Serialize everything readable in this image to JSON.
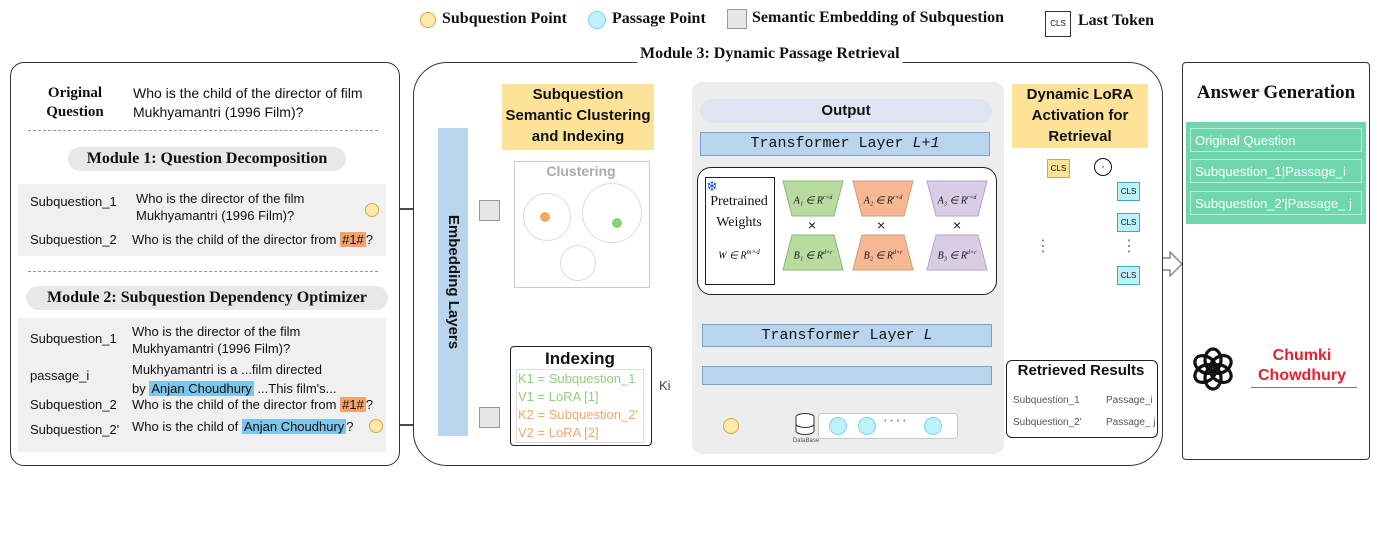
{
  "legend": {
    "subquestion_point": "Subquestion Point",
    "passage_point": "Passage Point",
    "semantic_embedding": "Semantic Embedding of Subquestion",
    "cls_glyph": "CLS",
    "last_token": "Last Token"
  },
  "left": {
    "original_label": "Original\nQuestion",
    "original_text": "Who is the child of the director of film Mukhyamantri (1996 Film)?",
    "module1_title": "Module 1: Question Decomposition",
    "m1": {
      "sq1_label": "Subquestion_1",
      "sq1_text": "Who is the director of the film Mukhyamantri (1996 Film)?",
      "sq2_label": "Subquestion_2",
      "sq2_text": "Who is the child of the director from ",
      "sq2_tag": "#1#",
      "sq2_end": "?"
    },
    "module2_title": "Module 2: Subquestion Dependency Optimizer",
    "m2": {
      "sq1_label": "Subquestion_1",
      "sq1_text": "Who is the director of the film Mukhyamantri (1996 Film)?",
      "passage_label": "passage_i",
      "passage_text_a": "Mukhyamantri is a ...film directed",
      "passage_by": "by ",
      "passage_name": "Anjan Choudhury",
      "passage_text_b": " ...This film's...",
      "sq2_label": "Subquestion_2",
      "sq2_text": "Who is the child of the director from ",
      "sq2_tag": "#1#",
      "sq2_end": "?",
      "sq2p_label": "Subquestion_2'",
      "sq2p_text": "Who is the child of ",
      "sq2p_name": "Anjan Choudhury",
      "sq2p_end": "?"
    }
  },
  "module3": {
    "title": "Module 3: Dynamic Passage Retrieval",
    "embedding_layers": "Embedding Layers",
    "clustering_header": "Subquestion\nSemantic Clustering\nand Indexing",
    "clustering_label": "Clustering",
    "indexing_title": "Indexing",
    "indexing_items": [
      {
        "text": "K1 = Subquestion_1",
        "color": "#8dcf7a"
      },
      {
        "text": "V1 = LoRA [1]",
        "color": "#8dcf7a"
      },
      {
        "text": "K2 = Subquestion_2'",
        "color": "#f0a868"
      },
      {
        "text": "V2 = LoRA [2]",
        "color": "#f0a868"
      }
    ],
    "ki_label": "Ki",
    "output_label": "Output",
    "transformer_top": "Transformer Layer ",
    "transformer_top_sym": "L+1",
    "transformer_bottom": "Transformer Layer ",
    "transformer_bottom_sym": "L",
    "pretrained": "Pretrained\nWeights",
    "w_formula": "W ∈ R",
    "w_sup": "m×d",
    "a_labels": [
      "A₁ ∈ R",
      "A₂ ∈ R",
      "A₃ ∈ R"
    ],
    "a_sup": "r×d",
    "b_labels": [
      "B₁ ∈ R",
      "B₂ ∈ R",
      "B₃ ∈ R"
    ],
    "b_sup": "d×r",
    "times": "×",
    "database_label": "DataBase",
    "lora_header": "Dynamic LoRA\nActivation for\nRetrieval",
    "retrieved_title": "Retrieved Results",
    "retrieved_rows": [
      {
        "q": "Subquestion_1",
        "p": "Passage_i"
      },
      {
        "q": "Subquestion_2'",
        "p": "Passage_ j"
      }
    ],
    "cls": "CLS",
    "odot": "⊙",
    "dots": "⋮",
    "hdots": "• • • •"
  },
  "answer": {
    "title": "Answer Generation",
    "rows": [
      "Original Question",
      "Subquestion_1|Passage_i",
      "Subquestion_2'|Passage_ j"
    ],
    "result": "Chumki\nChowdhury",
    "logo": "openai-logo-icon"
  },
  "colors": {
    "subquestion_point": "#fde9a9",
    "passage_point": "#bdf2fb",
    "highlight_orange": "#f4a46a",
    "highlight_blue": "#7cc6ec",
    "yellow_header": "#fde397",
    "transformer": "#b9d5ed",
    "lora_green": "#b8dca0",
    "lora_orange": "#f6b892",
    "lora_purple": "#d9cde6",
    "answer_green": "#6fd6ad",
    "answer_red": "#e4222e"
  }
}
